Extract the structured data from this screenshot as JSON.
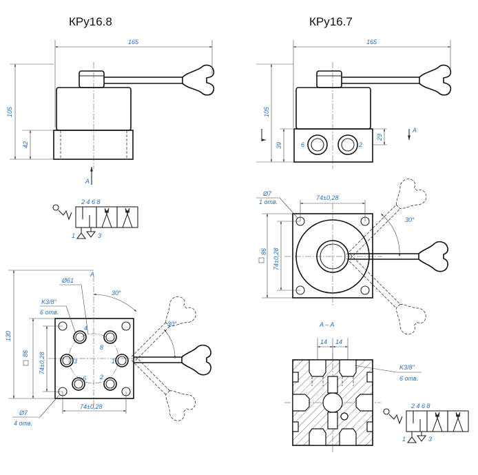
{
  "views": {
    "left_title": "КРу16.8",
    "right_title": "КРу16.7",
    "section_label": "A – A",
    "view_arrow": "A"
  },
  "dims": {
    "width_165": "165",
    "height_105": "105",
    "height_42": "42",
    "height_39": "39",
    "height_29": "29",
    "height_130": "130",
    "square_86": "86",
    "spacing": "74±0,28",
    "dia_61": "Ø61",
    "dia_7": "Ø7",
    "holes_4": "4 отв.",
    "holes_1": "1 отв.",
    "thread": "K3/8\"",
    "holes_6": "6 отв.",
    "angle_30": "30°",
    "gap_14": "14"
  },
  "ports": {
    "p1": "1",
    "p2": "2",
    "p3": "3",
    "p4": "4",
    "p6": "6",
    "p8": "8",
    "schema_top": "2 4 6 8",
    "schema_1": "1",
    "schema_3": "3"
  }
}
